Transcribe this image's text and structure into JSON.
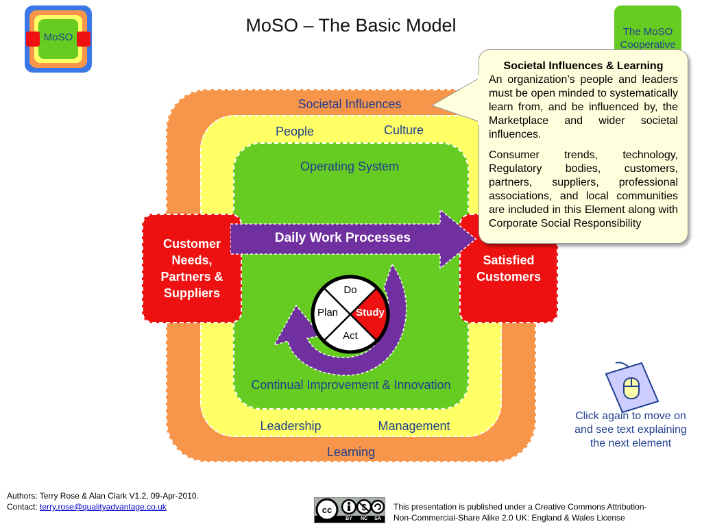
{
  "title": "MoSO – The Basic Model",
  "logo": {
    "text": "MoSO"
  },
  "coop_tab": {
    "line1": "The MoSO",
    "line2": "Cooperative"
  },
  "rings": {
    "societal": "Societal Influences",
    "learning": "Learning",
    "people": "People",
    "culture": "Culture",
    "leadership": "Leadership",
    "management": "Management",
    "operating": "Operating System",
    "improvement": "Continual Improvement & Innovation"
  },
  "customer_box": {
    "lines": [
      "Customer",
      "Needs,",
      "Partners &",
      "Suppliers"
    ]
  },
  "satisfied_box": {
    "lines": [
      "Satisfied",
      "Customers"
    ]
  },
  "process_arrow": {
    "label": "Daily Work Processes"
  },
  "pdsa": {
    "do": "Do",
    "study": "Study",
    "act": "Act",
    "plan": "Plan"
  },
  "callout": {
    "heading": "Societal Influences & Learning",
    "paragraph1": "An organization’s people and leaders must be open minded to systematically learn from, and be influenced by, the Marketplace and wider societal influences.",
    "paragraph2": "Consumer trends, technology, Regulatory bodies, customers, partners, suppliers, professional associations, and local communities are included in this Element along with Corporate Social Responsibility"
  },
  "hint": {
    "icon": "mouse-icon",
    "text": "Click again to move on and see text explaining the next element"
  },
  "footer": {
    "authors": "Authors: Terry Rose & Alan Clark  V1.2, 09-Apr-2010.",
    "contact_label": "Contact: ",
    "contact_email": "terry.rose@qualityadvantage.co.uk",
    "license_line1": "This presentation is published under a Creative Commons Attribution-",
    "license_line2": "Non-Commercial-Share Alike 2.0 UK: England & Wales License",
    "cc_badge": {
      "by": "BY",
      "nc": "NC",
      "sa": "SA"
    }
  },
  "colors": {
    "orange": "#f7954a",
    "yellow": "#ffff66",
    "green": "#66cc22",
    "red": "#ee1111",
    "purple": "#7030a0",
    "navy": "#1f3f8f",
    "callout_bg": "#ffffdd",
    "coop_green": "#66cc22"
  }
}
